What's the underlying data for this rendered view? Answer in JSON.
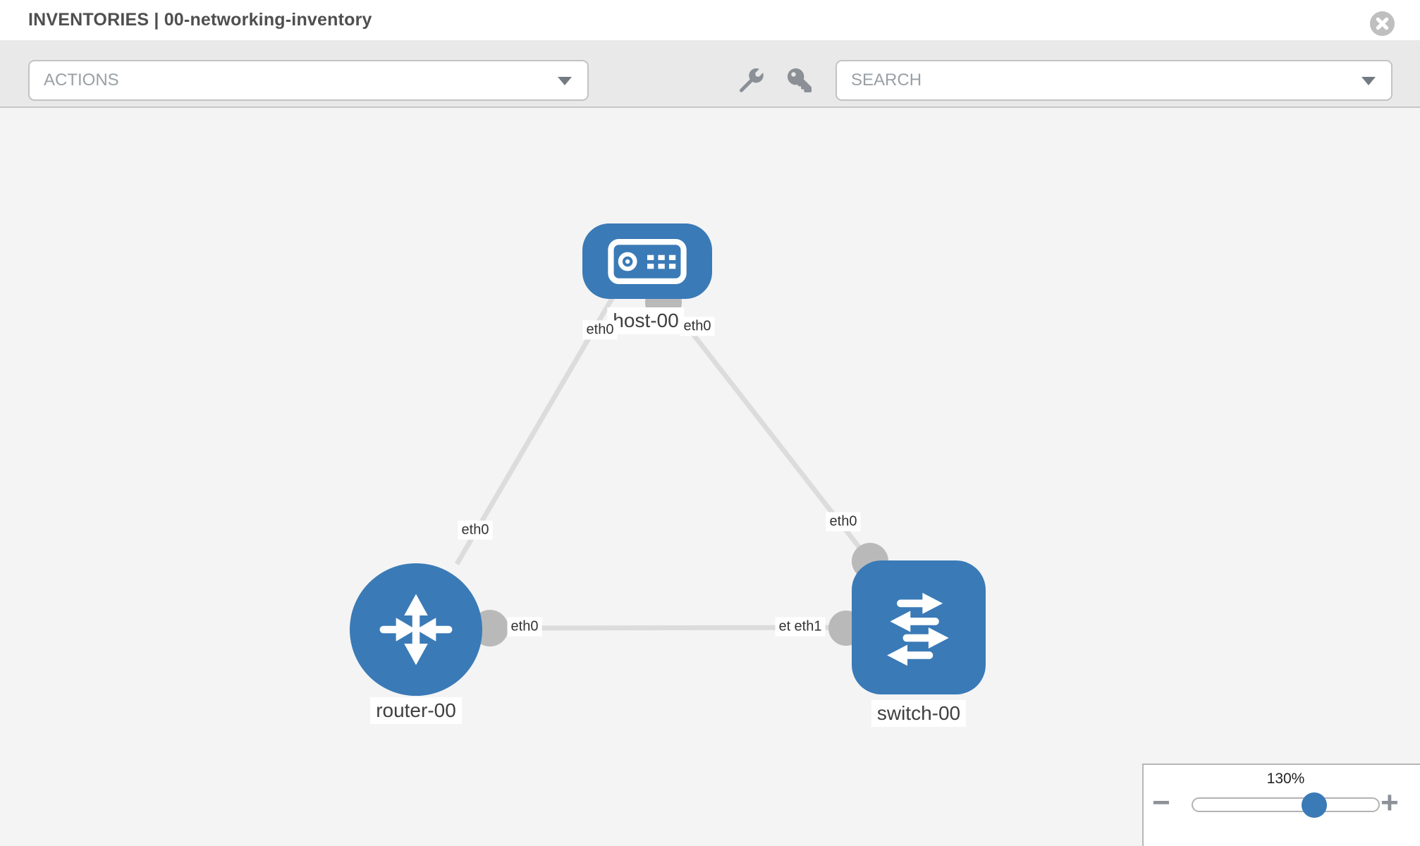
{
  "header": {
    "title": "INVENTORIES | 00-networking-inventory"
  },
  "toolbar": {
    "actions_label": "ACTIONS",
    "search_label": "SEARCH",
    "icons": [
      "wrench-icon",
      "key-icon"
    ]
  },
  "topology": {
    "nodes": [
      {
        "id": "host-00",
        "label": "host-00",
        "type": "host",
        "shape": "rounded-rect"
      },
      {
        "id": "router-00",
        "label": "router-00",
        "type": "router",
        "shape": "circle"
      },
      {
        "id": "switch-00",
        "label": "switch-00",
        "type": "switch",
        "shape": "rounded-square"
      }
    ],
    "interface_labels": {
      "host_left": "eth0",
      "host_right": "eth0",
      "router_top": "eth0",
      "router_right": "eth0",
      "switch_top": "eth0",
      "switch_left_back": "eth0",
      "switch_left_front": "eth1"
    },
    "links": [
      {
        "from": "host-00",
        "to": "router-00",
        "from_interface": "eth0",
        "to_interface": "eth0"
      },
      {
        "from": "host-00",
        "to": "switch-00",
        "from_interface": "eth0",
        "to_interface": "eth0"
      },
      {
        "from": "router-00",
        "to": "switch-00",
        "from_interface": "eth0",
        "to_interface": "eth1"
      }
    ]
  },
  "zoom_control": {
    "level": "130%",
    "minus_label": "−",
    "plus_label": "+"
  },
  "colors": {
    "node_blue": "#3a7ab7",
    "link_gray": "#dcdcdc",
    "interface_gray": "#b9b9b9",
    "canvas_bg": "#f4f4f4",
    "toolbar_bg": "#e9e9e9"
  }
}
